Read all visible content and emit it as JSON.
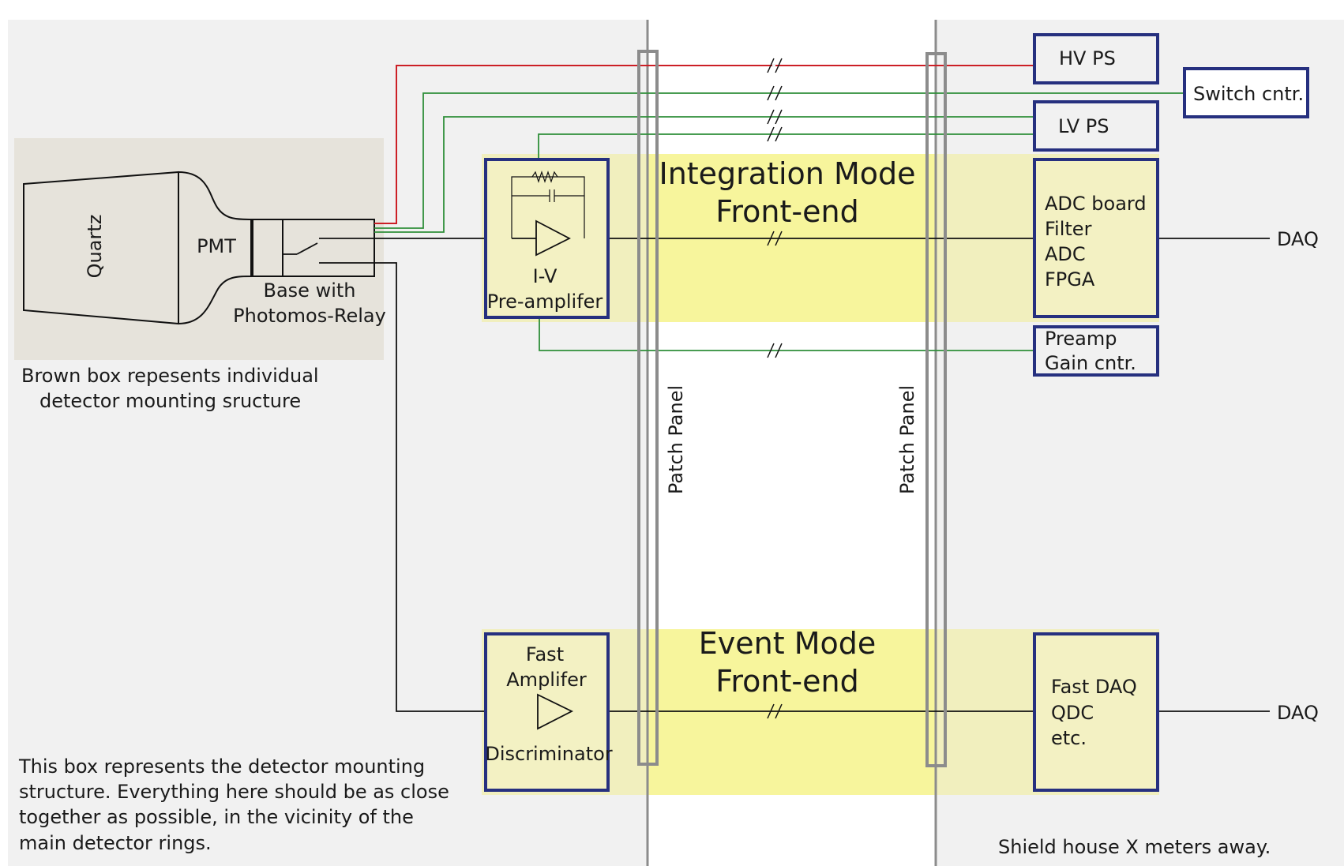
{
  "colors": {
    "bg_region": "#f1f1f1",
    "mount_box": "#e6e3db",
    "yellow_band": "#f7f59c",
    "box_fill_light": "#f3f1c3",
    "box_border": "#26307f",
    "signal_line": "#111111",
    "hv_line": "#cc1f26",
    "lv_line": "#2f8f3a",
    "patch_panel": "#8c8c8c"
  },
  "detector": {
    "quartz": "Quartz",
    "pmt": "PMT",
    "base_line1": "Base with",
    "base_line2": "Photomos-Relay",
    "note_line1": "Brown box repesents individual",
    "note_line2": "detector mounting sructure"
  },
  "mounting_note": [
    "This box represents the detector mounting",
    "structure. Everything here should be as close",
    "together as possible, in the vicinity of the",
    "main detector rings."
  ],
  "integration": {
    "title_line1": "Integration Mode",
    "title_line2": "Front-end",
    "preamp_line1": "I-V",
    "preamp_line2": "Pre-amplifer",
    "adc_lines": [
      "ADC board",
      "Filter",
      "ADC",
      "FPGA"
    ],
    "daq": "DAQ"
  },
  "event": {
    "title_line1": "Event Mode",
    "title_line2": "Front-end",
    "amp_line1": "Fast",
    "amp_line2": "Amplifer",
    "amp_line3": "Discriminator",
    "daq_lines": [
      "Fast DAQ",
      "QDC",
      "etc."
    ],
    "daq": "DAQ"
  },
  "power": {
    "hv_ps": "HV PS",
    "switch_cntr": "Switch cntr.",
    "lv_ps": "LV PS",
    "preamp_gain_line1": "Preamp",
    "preamp_gain_line2": "Gain cntr."
  },
  "patch_panel_left": "Patch Panel",
  "patch_panel_right": "Patch Panel",
  "shield_house": "Shield house  X meters away."
}
